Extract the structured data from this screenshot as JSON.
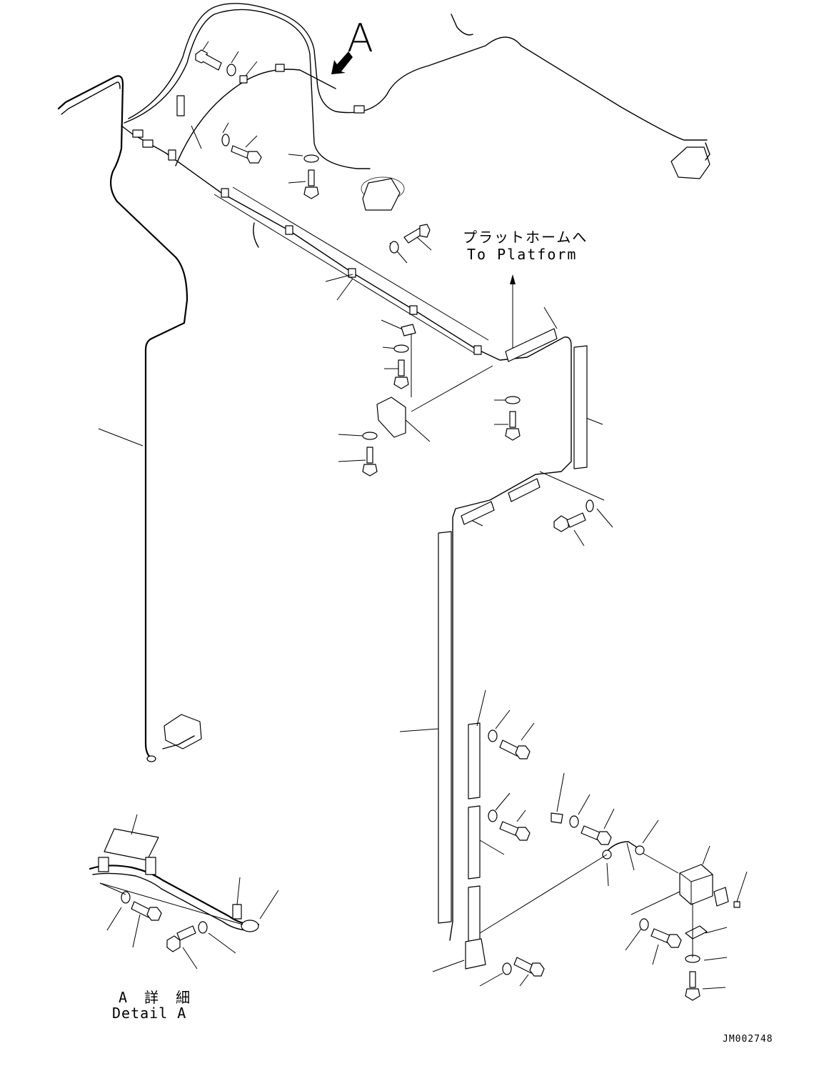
{
  "labels": {
    "view_arrow": "A",
    "platform_jp": "プラットホームへ",
    "platform_en": "To Platform",
    "detail_jp": "A 詳 細",
    "detail_en": "Detail A",
    "drawing_number": "JM002748"
  },
  "icons": {
    "view_arrow": "view-direction-arrow-icon",
    "platform_arrow": "up-arrow-icon"
  }
}
